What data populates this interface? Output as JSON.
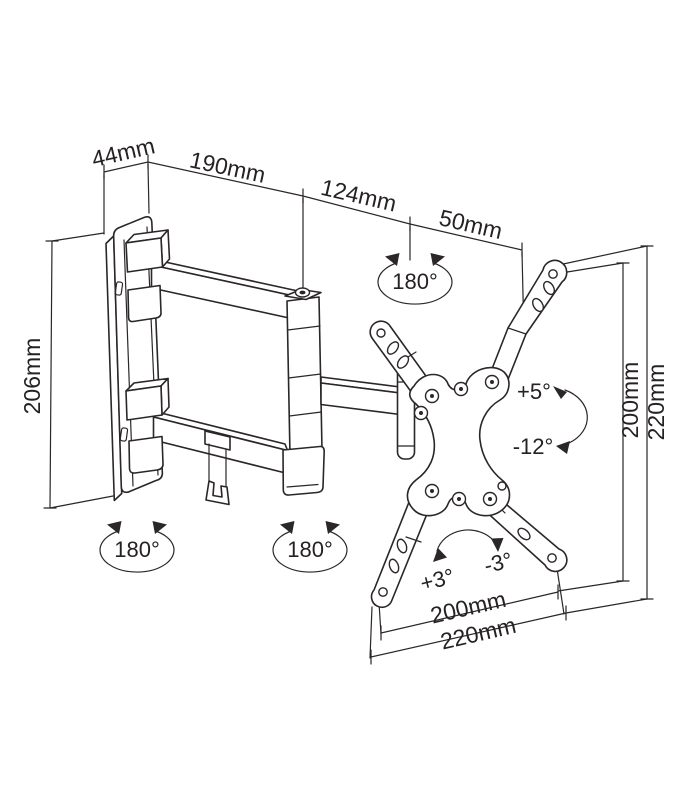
{
  "drawing": {
    "background_color": "#ffffff",
    "line_color": "#2b2627"
  },
  "dimensions": {
    "wall_plate_depth": "44mm",
    "arm_length": "190mm",
    "forearm_length": "124mm",
    "head_offset": "50mm",
    "wall_plate_height": "206mm",
    "right_vertical_inner": "200mm",
    "right_vertical_outer": "220mm",
    "bottom_horizontal_inner": "200mm",
    "bottom_horizontal_outer": "220mm"
  },
  "angles": {
    "head_swivel": "180°",
    "wall_swivel": "180°",
    "elbow_swivel": "180°",
    "tilt_up": "+5°",
    "tilt_down": "-12°",
    "roll_left": "+3°",
    "roll_right": "-3°"
  }
}
